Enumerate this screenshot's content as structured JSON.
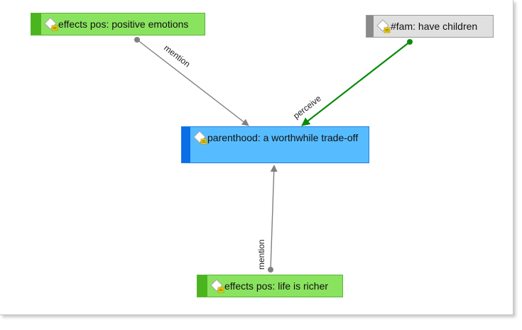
{
  "nodes": {
    "positive_emotions": {
      "label": "effects pos: positive emotions",
      "icon": "code-memo-icon"
    },
    "have_children": {
      "label": "#fam: have children",
      "icon": "code-memo-icon"
    },
    "parenthood": {
      "label": "parenthood: a worthwhile trade-off",
      "icon": "code-memo-icon"
    },
    "life_richer": {
      "label": "effects pos: life is richer",
      "icon": "code-memo-icon"
    }
  },
  "edges": {
    "mention_top": {
      "label": "mention",
      "color": "#808080"
    },
    "perceive": {
      "label": "perceive",
      "color": "#0a8a0a"
    },
    "mention_bottom": {
      "label": "mention",
      "color": "#808080"
    }
  },
  "colors": {
    "green_node": "#8ae35f",
    "gray_node": "#e0e0e0",
    "blue_node": "#57bcff"
  }
}
